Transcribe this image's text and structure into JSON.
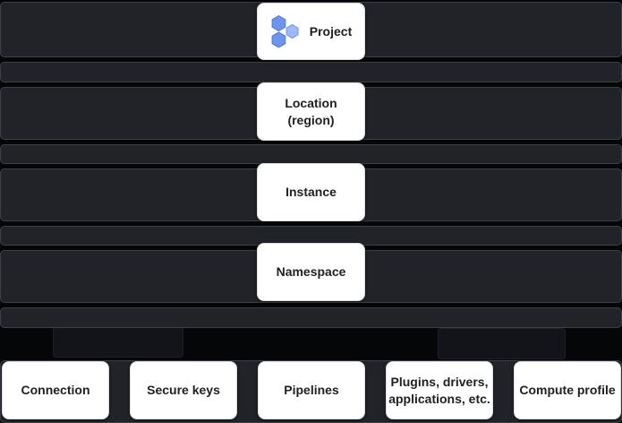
{
  "hierarchy": {
    "levels": [
      {
        "id": "project",
        "label": "Project",
        "icon": "project-hexagons-icon"
      },
      {
        "id": "location",
        "label": "Location (region)",
        "lines": [
          "Location",
          "(region)"
        ]
      },
      {
        "id": "instance",
        "label": "Instance"
      },
      {
        "id": "namespace",
        "label": "Namespace"
      }
    ],
    "children": [
      {
        "id": "connection",
        "label": "Connection"
      },
      {
        "id": "secure-keys",
        "label": "Secure keys"
      },
      {
        "id": "pipelines",
        "label": "Pipelines"
      },
      {
        "id": "plugins",
        "label": "Plugins, drivers, applications, etc.",
        "lines": [
          "Plugins, drivers,",
          "applications, etc."
        ]
      },
      {
        "id": "compute-profile",
        "label": "Compute profile"
      }
    ]
  },
  "colors": {
    "background": "#050607",
    "band_fill": "#212329",
    "band_border": "#3c4047",
    "ghost_fill": "#131419",
    "ghost_border": "#1e2026",
    "node_fill": "#ffffff",
    "node_border": "#dadce0",
    "node_text": "#202124",
    "icon_blue": "#6e94ee",
    "icon_blue_light": "#9fb9f5",
    "icon_blue_dark": "#5179d1"
  }
}
